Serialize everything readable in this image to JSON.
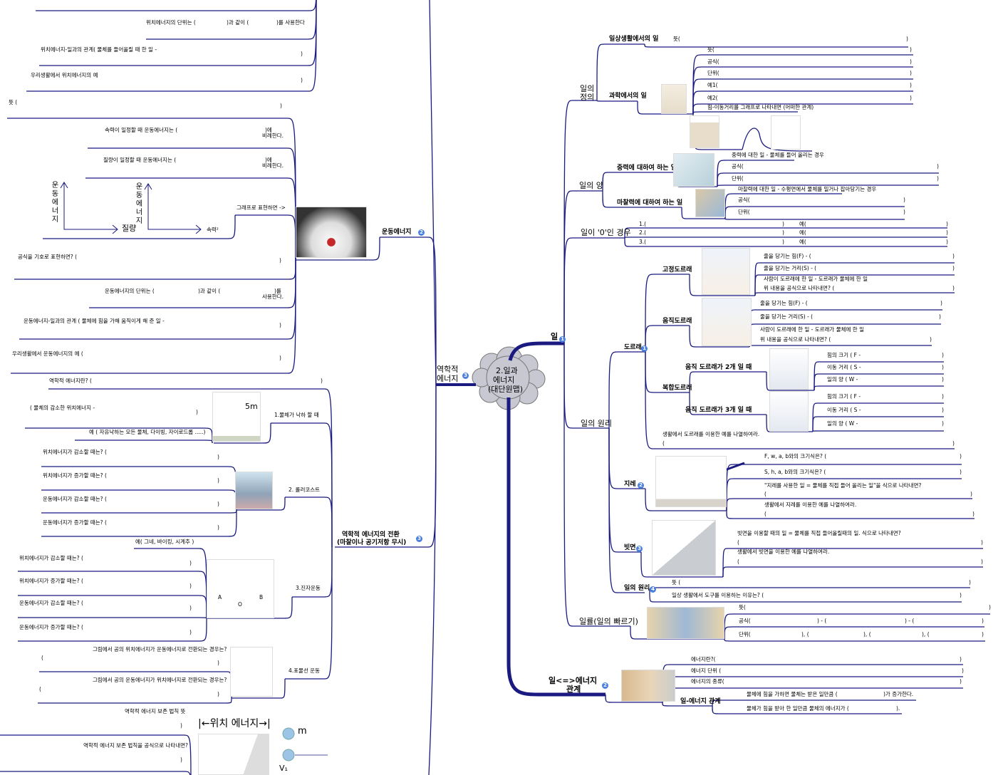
{
  "central": {
    "lines": [
      "2.일과",
      "에너지",
      "(대단원맵)"
    ]
  },
  "close": ")",
  "work": {
    "label": "일",
    "badge": "1",
    "definition": {
      "lines": [
        "일의",
        "정의"
      ],
      "everyday": {
        "label": "일상생활에서의 일",
        "meaning": "뜻("
      },
      "science": {
        "label": "과학에서의 일",
        "items": [
          "뜻(",
          "공식(",
          "단위(",
          "예1(",
          "예2(",
          "힘-이동거리를 그래프로 나타내면 (어떠한 관계)"
        ]
      }
    },
    "amount": {
      "label": "일의 양",
      "gravity": {
        "label": "중력에 대하여 하는 일",
        "items": [
          "중력에 대한 일 - 물체를 들어 올리는 경우",
          "공식(",
          "단위("
        ]
      },
      "friction": {
        "label": "마찰력에 대하여 하는 일",
        "items": [
          "마찰력에 대한 일 - 수평면에서 물체를 밀거나 잡아당기는 경우",
          "공식(",
          "단위("
        ]
      }
    },
    "zero": {
      "label": "일이 '0'인 경우",
      "items": [
        "1.(",
        "2.(",
        "3.("
      ],
      "example": "예("
    },
    "principle": {
      "label": "일의 원리",
      "pulley": {
        "label": "도르래",
        "badge": "1",
        "fixed": {
          "label": "고정도르래",
          "items": [
            "줄을 당기는 힘(F) - (",
            "줄을 당기는 거리(S) - (",
            "사람이 도르래에 한 일 - 도르래가 물체에 한 일",
            "위 내용을 공식으로 나타내면? ("
          ]
        },
        "movable": {
          "label": "움직도르래",
          "items": [
            "줄을 당기는 힘(F) - (",
            "줄을 당기는 거리(S) - (",
            "사람이 도르래에 한 일 - 도르래가 물체에 한 일",
            "위 내용을 공식으로 나타내면? ("
          ]
        },
        "compound": {
          "label": "복합도르래",
          "two": {
            "label": "움직 도르래가 2개 일 때",
            "items": [
              "힘의 크기 ( F -",
              "이동 거리 ( S -",
              "일의 양  ( W -"
            ]
          },
          "three": {
            "label": "움직 도르래가 3개 일 때",
            "items": [
              "힘의 크기 ( F -",
              "이동 거리 ( S -",
              "일의 양  ( W -"
            ]
          }
        },
        "life": [
          "생활에서 도르래를 이용한 예를 나열하여라.",
          "("
        ]
      },
      "lever": {
        "label": "지레",
        "badge": "2",
        "items": [
          "F, w, a, b와의 크기식은? (",
          "S, h, a, b와의 크기식은? (",
          "\"지레를 사용한 일 = 물체를 직접 들어 올리는 일\"을 식으로 나타내면?",
          "(",
          "생활에서 지레를 이용한 예를 나열하여라.",
          "("
        ]
      },
      "incline": {
        "label": "빗면",
        "badge": "3",
        "items": [
          "빗면을 이용할 때의 일 = 물체를 직접 들어올릴때의 일.  식으로 나타내면?",
          "(",
          "생활에서 빗면을 이용한 예를 나열하여라.",
          "("
        ]
      },
      "principle_of_work": {
        "label": "일의 원리",
        "badge": "4",
        "items": [
          "뜻 (",
          "일상 생활에서 도구를 이용하는 이유는? ("
        ]
      }
    },
    "power": {
      "label": "일률(일의 빠르기)",
      "meaning": "뜻(",
      "formula": [
        "공식(",
        ") - (",
        ") - ("
      ],
      "unit": [
        "단위(",
        "), (",
        "), (",
        "), ("
      ]
    }
  },
  "relation": {
    "lines": [
      "일<=>에너지",
      "관계"
    ],
    "badge": "2",
    "items": [
      "에너지란?(",
      "에너지 단위 (",
      "에너지의 종류("
    ],
    "work_energy": {
      "label": "일-에너지 관계",
      "items": [
        "물체에 힘을 가하면 물체는 받은 일만큼 (",
        "물체가 힘을 받아 한 일만큼 물체의 에너지가 ("
      ],
      "suffixes": [
        ")가 증가한다.",
        ")."
      ]
    }
  },
  "mechanical": {
    "lines": [
      "역학적",
      "에너지"
    ],
    "badge": "3",
    "potential": {
      "unit": [
        "위치에너지의 단위는 (",
        ")과 같이 (",
        ")를 사용한다"
      ],
      "work_relation": "위치에너지-일과의 관계( 물체를 들어올릴 때 한 일 -",
      "examples": "우리생활에서 위치에너지의 예"
    },
    "kinetic": {
      "label": "운동에너지",
      "badge": "2",
      "meaning": "뜻 (",
      "speed_const": [
        "속력이 일정할 때 운동에너지는 (",
        ")에",
        "비례한다."
      ],
      "mass_const": [
        "질량이 일정할 때 운동에너지는 (",
        ")에",
        "비례한다."
      ],
      "graph_prompt": "그래프로 표현하면 ->",
      "graph": {
        "y_label": "운동에너지",
        "x1": "질량",
        "x2": "속력²"
      },
      "formula": "공식을 기호로 표현하면? (",
      "unit": [
        "운동에너지의 단위는 (",
        ")과 같이 (",
        ")를",
        "사용한다."
      ],
      "work_relation": "운동에너지-일과의 관계 ( 물체에 힘을 가해 움직이게 해 준 일 -",
      "examples": "우리생활에서 운동에너지의 예 ("
    },
    "conversion": {
      "lines": [
        "역학적 에너지의 전환",
        "(마찰이나 공기저항 무시)"
      ],
      "badge": "3",
      "definition": "역학적 에너지란? (",
      "falling": {
        "label": "1.물체가 낙하 할 때",
        "items": [
          "( 물체의     감소한 위치에너지 -",
          "예 ( 자유낙하는 모든 물체, 다이빙, 자이로드롭 .....)"
        ],
        "image_label": "5m"
      },
      "roller": {
        "label": "2. 롤러코스트",
        "items": [
          "위치에너지가 감소할 때는? (",
          "위치에너지가 증가할 때는? (",
          "운동에너지가 감소할 때는? (",
          "운동에너지가 증가할 때는? ("
        ]
      },
      "pendulum": {
        "label": "3.진자운동",
        "example": "예( 그네, 바이킹, 시계추 )",
        "items": [
          "위치에너지가 감소할 때는? (",
          "위치에너지가 증가할 때는? (",
          "운동에너지가 감소할 때는? (",
          "운동에너지가 증가할 때는? ("
        ],
        "image_labels": [
          "A",
          "O",
          "B"
        ]
      },
      "projectile": {
        "label": "4.포물선 운동",
        "items": [
          "그림에서 공의 위치에너지가 운동에너지로 전환되는 경우는?",
          "(",
          "그림에서 공의 운동에너지가 위치에너지로 전환되는 경우는?",
          "("
        ]
      },
      "conservation": {
        "items": [
          "역학적 에너지 보존 법칙 뜻",
          "역학적 에너지 보존 법칙을 공식으로 나타내면?"
        ],
        "image_labels": [
          "|←위치 에너지→|",
          "m",
          "V₁"
        ]
      }
    }
  },
  "colors": {
    "line": "#1a1a80",
    "cloud": "#c8c8d2",
    "badge": "#4a7fe0"
  }
}
